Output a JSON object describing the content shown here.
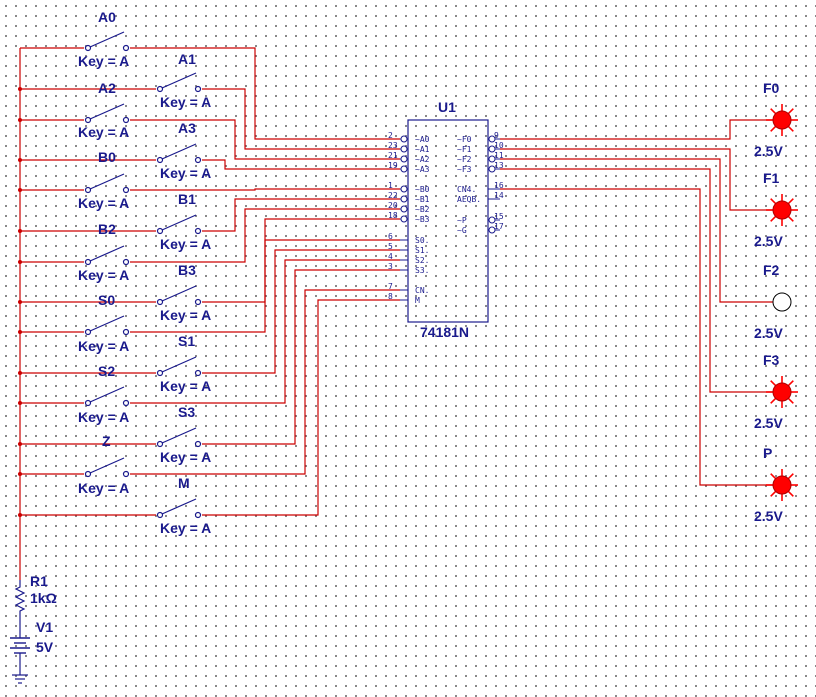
{
  "switches": [
    {
      "name": "A0",
      "key": "Key = A"
    },
    {
      "name": "A1",
      "key": "Key = A"
    },
    {
      "name": "A2",
      "key": "Key = A"
    },
    {
      "name": "A3",
      "key": "Key = A"
    },
    {
      "name": "B0",
      "key": "Key = A"
    },
    {
      "name": "B1",
      "key": "Key = A"
    },
    {
      "name": "B2",
      "key": "Key = A"
    },
    {
      "name": "B3",
      "key": "Key = A"
    },
    {
      "name": "S0",
      "key": "Key = A"
    },
    {
      "name": "S1",
      "key": "Key = A"
    },
    {
      "name": "S2",
      "key": "Key = A"
    },
    {
      "name": "S3",
      "key": "Key = A"
    },
    {
      "name": "Z",
      "key": "Key = A"
    },
    {
      "name": "M",
      "key": "Key = A"
    }
  ],
  "chip": {
    "ref": "U1",
    "part": "74181N",
    "left_pins": [
      {
        "num": "2",
        "name": "~A0"
      },
      {
        "num": "23",
        "name": "~A1"
      },
      {
        "num": "21",
        "name": "~A2"
      },
      {
        "num": "19",
        "name": "~A3"
      },
      {
        "num": "1",
        "name": "~B0"
      },
      {
        "num": "22",
        "name": "~B1"
      },
      {
        "num": "20",
        "name": "~B2"
      },
      {
        "num": "18",
        "name": "~B3"
      },
      {
        "num": "6",
        "name": "S0."
      },
      {
        "num": "5",
        "name": "S1."
      },
      {
        "num": "4",
        "name": "S2."
      },
      {
        "num": "3",
        "name": "S3."
      },
      {
        "num": "7",
        "name": "CN."
      },
      {
        "num": "8",
        "name": "M"
      }
    ],
    "right_pins": [
      {
        "num": "9",
        "name": "~F0"
      },
      {
        "num": "10",
        "name": "~F1"
      },
      {
        "num": "11",
        "name": "~F2"
      },
      {
        "num": "13",
        "name": "~F3"
      },
      {
        "num": "16",
        "name": "CN4."
      },
      {
        "num": "14",
        "name": "AEQB."
      },
      {
        "num": "15",
        "name": "~P"
      },
      {
        "num": "17",
        "name": "~G"
      }
    ]
  },
  "probes": [
    {
      "name": "F0",
      "voltage": "2.5V",
      "lit": true
    },
    {
      "name": "F1",
      "voltage": "2.5V",
      "lit": true
    },
    {
      "name": "F2",
      "voltage": "2.5V",
      "lit": false
    },
    {
      "name": "F3",
      "voltage": "2.5V",
      "lit": true
    },
    {
      "name": "P",
      "voltage": "2.5V",
      "lit": true
    }
  ],
  "resistor": {
    "ref": "R1",
    "value": "1kΩ"
  },
  "source": {
    "ref": "V1",
    "value": "5V"
  },
  "colors": {
    "wire": "#cc0000",
    "component": "#1a1a8c",
    "probe_lit": "#ff0000"
  }
}
